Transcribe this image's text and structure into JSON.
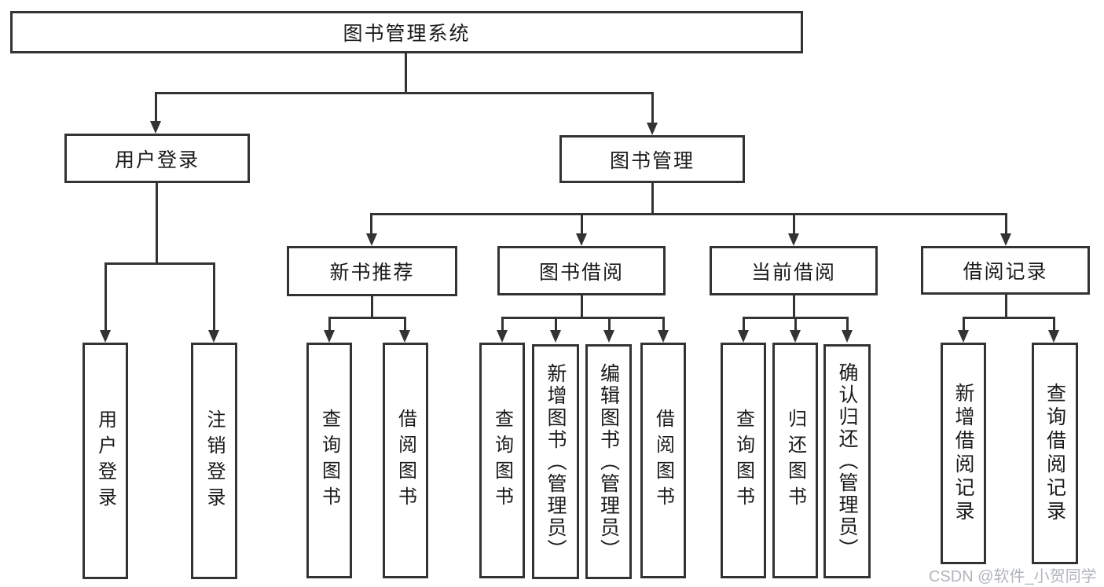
{
  "diagram": {
    "tree": {
      "label": "图书管理系统",
      "children": [
        {
          "label": "用户登录",
          "children": [
            {
              "label": "用户登录"
            },
            {
              "label": "注销登录"
            }
          ]
        },
        {
          "label": "图书管理",
          "children": [
            {
              "label": "新书推荐",
              "children": [
                {
                  "label": "查询图书"
                },
                {
                  "label": "借阅图书"
                }
              ]
            },
            {
              "label": "图书借阅",
              "children": [
                {
                  "label": "查询图书"
                },
                {
                  "label": "新增图书（管理员）"
                },
                {
                  "label": "编辑图书（管理员）"
                },
                {
                  "label": "借阅图书"
                }
              ]
            },
            {
              "label": "当前借阅",
              "children": [
                {
                  "label": "查询图书"
                },
                {
                  "label": "归还图书"
                },
                {
                  "label": "确认归还（管理员）"
                }
              ]
            },
            {
              "label": "借阅记录",
              "children": [
                {
                  "label": "新增借阅记录"
                },
                {
                  "label": "查询借阅记录"
                }
              ]
            }
          ]
        }
      ]
    },
    "watermark": "CSDN @软件_小贺同学",
    "colors": {
      "line": "#333333",
      "text": "#1a1a1a",
      "watermark": "#a9adb3",
      "background": "#ffffff"
    }
  }
}
